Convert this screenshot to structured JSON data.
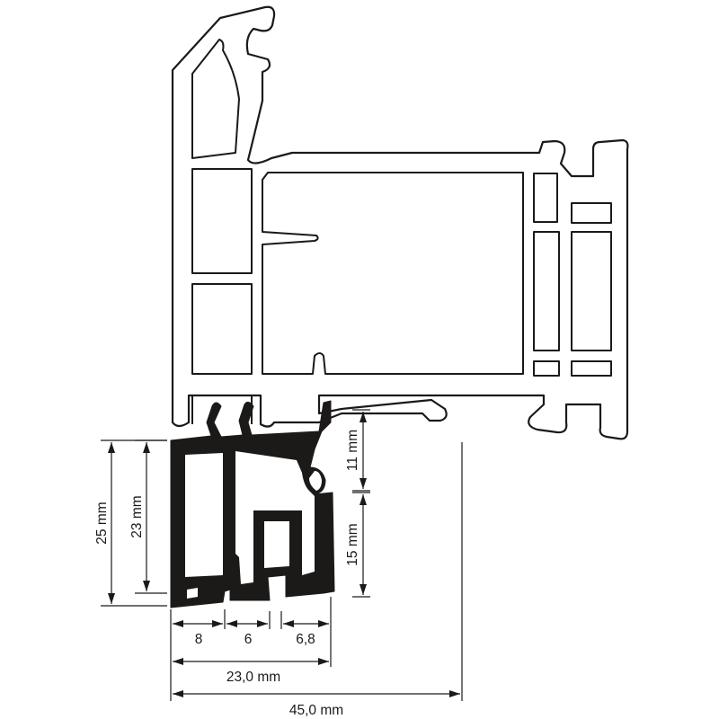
{
  "dimensions": {
    "height_25": "25 mm",
    "height_23": "23 mm",
    "height_11": "11 mm",
    "height_15": "15 mm",
    "width_8": "8",
    "width_6": "6",
    "width_6_8": "6,8",
    "width_23": "23,0 mm",
    "width_45": "45,0 mm"
  },
  "colors": {
    "outline": "#1a1a1a",
    "adapter_profile": "#1c1a18",
    "background": "#ffffff"
  }
}
